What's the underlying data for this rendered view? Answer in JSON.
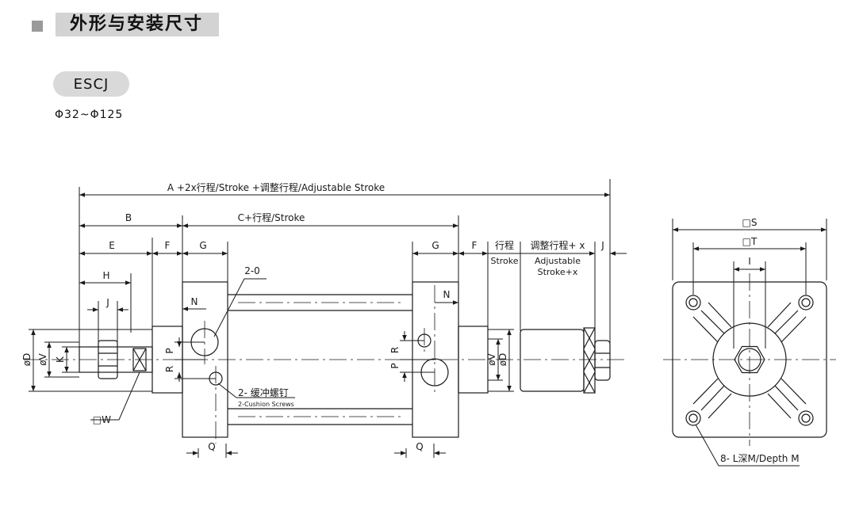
{
  "header": {
    "title": "外形与安装尺寸",
    "model": "ESCJ",
    "range": "Φ32~Φ125"
  },
  "dims": {
    "a_total": "A +2x行程/Stroke +调整行程/Adjustable Stroke",
    "b": "B",
    "c_stroke": "C+行程/Stroke",
    "e": "E",
    "f": "F",
    "g": "G",
    "h": "H",
    "j": "J",
    "n": "N",
    "p": "P",
    "r": "R",
    "q": "Q",
    "d": "øD",
    "v": "øV",
    "k": "K",
    "w": "□W",
    "port": "2-0",
    "stroke_cn": "行程",
    "stroke_en": "Stroke",
    "adj_cn": "调整行程+ x",
    "adj_en1": "Adjustable",
    "adj_en2": "Stroke+x",
    "cushion_cn": "2- 缓冲螺钉",
    "cushion_en": "2-Cushion Screws",
    "s": "□S",
    "t": "□T",
    "i": "I",
    "tapped": "8- L深M/Depth M"
  },
  "colors": {
    "line": "#1a1a1a",
    "title_bg": "#d3d3d3",
    "marker": "#9a9a9a"
  }
}
